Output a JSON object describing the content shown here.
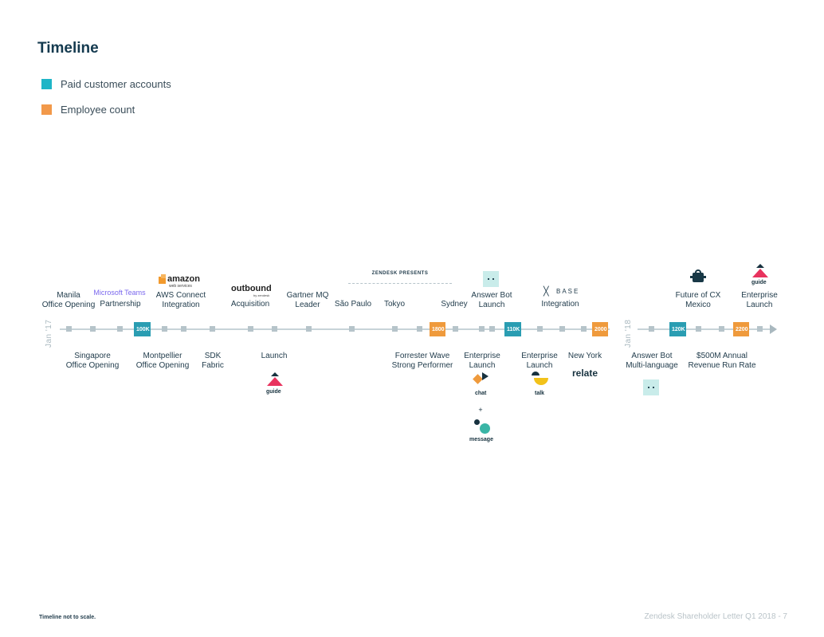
{
  "page": {
    "title": "Timeline",
    "footer_note": "Timeline not to scale.",
    "footer_source": "Zendesk Shareholder Letter Q1 2018 - 7"
  },
  "legend": [
    {
      "label": "Paid customer accounts",
      "color": "#1fb5c7"
    },
    {
      "label": "Employee count",
      "color": "#f2994a"
    }
  ],
  "years": {
    "y2017": "Jan '17",
    "y2018": "Jan '18"
  },
  "presents_heading": "ZENDESK PRESENTS",
  "markers": {
    "customers_100k": "100K",
    "employees_1800": "1800",
    "customers_110k": "110K",
    "employees_2000": "2000",
    "customers_120k": "120K",
    "employees_2200": "2200"
  },
  "events_above": {
    "manila": "Manila\nOffice Opening",
    "microsoft": "Partnership",
    "aws": "AWS Connect\nIntegration",
    "outbound": "Acquisition",
    "gartner": "Gartner MQ\nLeader",
    "saopaulo": "São Paulo",
    "tokyo": "Tokyo",
    "sydney": "Sydney",
    "answerbot": "Answer Bot\nLaunch",
    "base": "Integration",
    "futurecx": "Future of CX\nMexico",
    "guide_enterprise": "Enterprise\nLaunch"
  },
  "events_below": {
    "singapore": "Singapore\nOffice Opening",
    "montpellier": "Montpellier\nOffice Opening",
    "sdk": "SDK\nFabric",
    "launch_guide": "Launch",
    "forrester": "Forrester Wave\nStrong Performer",
    "chat_enterprise": "Enterprise\nLaunch",
    "talk_enterprise": "Enterprise\nLaunch",
    "newyork": "New York",
    "answerbot_ml": "Answer Bot\nMulti-language",
    "revenue": "$500M Annual\nRevenue Run Rate"
  },
  "logos": {
    "microsoft_teams": "Microsoft Teams",
    "amazon": "amazon",
    "amazon_sub": "web services",
    "outbound": "outbound",
    "outbound_sub": "by zendesk",
    "base": "BASE",
    "relate": "relate",
    "guide": "guide",
    "chat": "chat",
    "plus": "+",
    "message": "message",
    "talk": "talk"
  }
}
